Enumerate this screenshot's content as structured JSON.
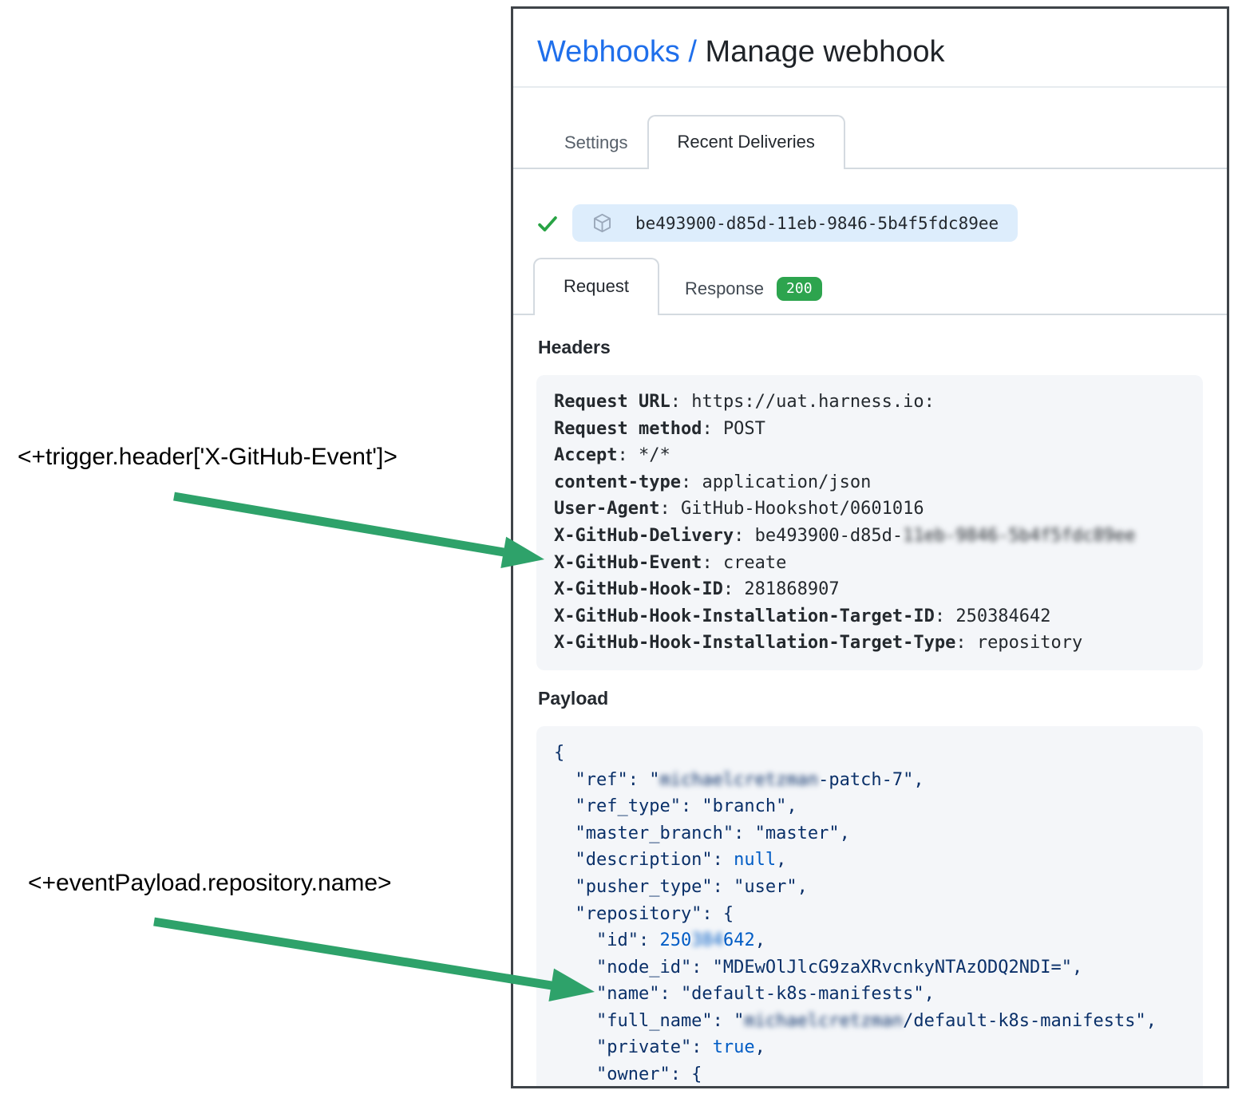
{
  "header": {
    "breadcrumb_link": "Webhooks",
    "breadcrumb_separator": "/",
    "title": "Manage webhook"
  },
  "tabs": {
    "settings": "Settings",
    "recent_deliveries": "Recent Deliveries"
  },
  "delivery": {
    "id": "be493900-d85d-11eb-9846-5b4f5fdc89ee",
    "request_tab": "Request",
    "response_tab": "Response",
    "response_status": "200"
  },
  "headers_section": {
    "title": "Headers",
    "lines": [
      {
        "key": "Request URL",
        "value": "https://uat.harness.io:"
      },
      {
        "key": "Request method",
        "value": "POST"
      },
      {
        "key": "Accept",
        "value": "*/*"
      },
      {
        "key": "content-type",
        "value": "application/json"
      },
      {
        "key": "User-Agent",
        "value": "GitHub-Hookshot/0601016"
      },
      {
        "key": "X-GitHub-Delivery",
        "value": "be493900-d85d-",
        "blur": "11eb-9846-5b4f5fdc89ee"
      },
      {
        "key": "X-GitHub-Event",
        "value": "create"
      },
      {
        "key": "X-GitHub-Hook-ID",
        "value": "281868907"
      },
      {
        "key": "X-GitHub-Hook-Installation-Target-ID",
        "value": "250384642"
      },
      {
        "key": "X-GitHub-Hook-Installation-Target-Type",
        "value": "repository"
      }
    ]
  },
  "payload_section": {
    "title": "Payload",
    "lines": [
      [
        {
          "t": "{"
        }
      ],
      [
        {
          "t": "  \"ref\": \""
        },
        {
          "t": "michaelcretzman",
          "blur": true
        },
        {
          "t": "-patch-7\","
        }
      ],
      [
        {
          "t": "  \"ref_type\": \"branch\","
        }
      ],
      [
        {
          "t": "  \"master_branch\": \"master\","
        }
      ],
      [
        {
          "t": "  \"description\": "
        },
        {
          "t": "null",
          "lit": true
        },
        {
          "t": ","
        }
      ],
      [
        {
          "t": "  \"pusher_type\": \"user\","
        }
      ],
      [
        {
          "t": "  \"repository\": {"
        }
      ],
      [
        {
          "t": "    \"id\": "
        },
        {
          "t": "250",
          "lit": true
        },
        {
          "t": "384",
          "lit": true,
          "blur": true
        },
        {
          "t": "642",
          "lit": true
        },
        {
          "t": ","
        }
      ],
      [
        {
          "t": "    \"node_id\": \"MDEwOlJlcG9zaXRvcnkyNTAzODQ2NDI=\","
        }
      ],
      [
        {
          "t": "    \"name\": \"default-k8s-manifests\","
        }
      ],
      [
        {
          "t": "    \"full_name\": \""
        },
        {
          "t": "michaelcretzman",
          "blur": true
        },
        {
          "t": "/default-k8s-manifests\","
        }
      ],
      [
        {
          "t": "    \"private\": "
        },
        {
          "t": "true",
          "lit": true
        },
        {
          "t": ","
        }
      ],
      [
        {
          "t": "    \"owner\": {"
        }
      ]
    ]
  },
  "annotations": {
    "trigger_expression": "<+trigger.header['X-GitHub-Event']>",
    "payload_expression": "<+eventPayload.repository.name>"
  },
  "colors": {
    "arrow_green": "#2ea26a",
    "badge_green": "#2da44e",
    "check_green": "#28a344",
    "link_blue": "#1f6feb",
    "literal_blue": "#005cc5",
    "payload_navy": "#0a3069",
    "pill_blue": "#ddedfc",
    "code_bg": "#f4f6f9"
  }
}
